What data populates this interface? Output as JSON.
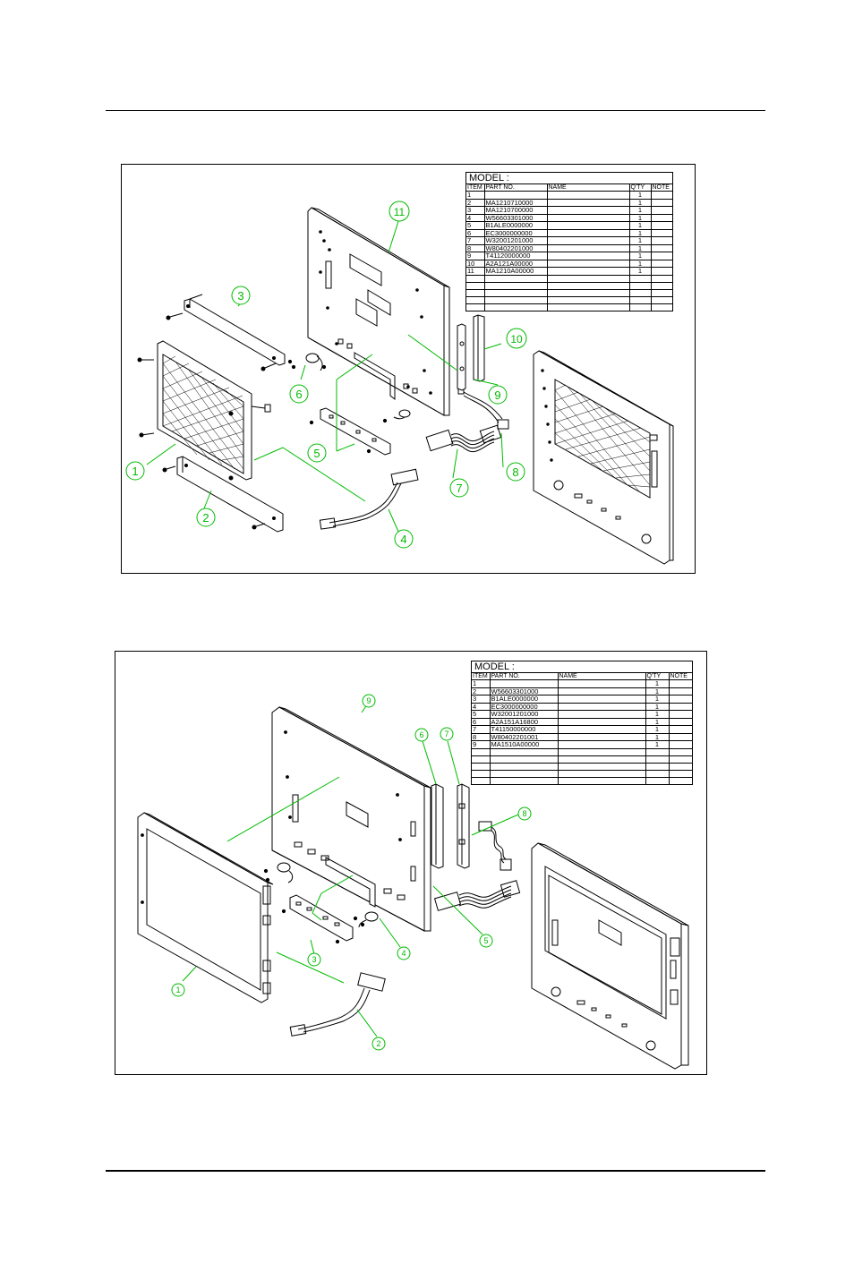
{
  "diagram1": {
    "table": {
      "title": "MODEL :",
      "headers": [
        "ITEM",
        "PART NO.",
        "NAME",
        "Q'TY",
        "NOTE"
      ],
      "rows": [
        {
          "item": "1",
          "part": "",
          "name": "",
          "qty": "1",
          "note": ""
        },
        {
          "item": "2",
          "part": "MA1210710000",
          "name": "",
          "qty": "1",
          "note": ""
        },
        {
          "item": "3",
          "part": "MA1210700000",
          "name": "",
          "qty": "1",
          "note": ""
        },
        {
          "item": "4",
          "part": "W56603301000",
          "name": "",
          "qty": "1",
          "note": ""
        },
        {
          "item": "5",
          "part": "B1ALE0000000",
          "name": "",
          "qty": "1",
          "note": ""
        },
        {
          "item": "6",
          "part": "EC3000000000",
          "name": "",
          "qty": "1",
          "note": ""
        },
        {
          "item": "7",
          "part": "W32001201000",
          "name": "",
          "qty": "1",
          "note": ""
        },
        {
          "item": "8",
          "part": "W80402201000",
          "name": "",
          "qty": "1",
          "note": ""
        },
        {
          "item": "9",
          "part": "T41120000000",
          "name": "",
          "qty": "1",
          "note": ""
        },
        {
          "item": "10",
          "part": "A2A121A00000",
          "name": "",
          "qty": "1",
          "note": ""
        },
        {
          "item": "11",
          "part": "MA1210A00000",
          "name": "",
          "qty": "1",
          "note": ""
        },
        {
          "item": "",
          "part": "",
          "name": "",
          "qty": "",
          "note": ""
        },
        {
          "item": "",
          "part": "",
          "name": "",
          "qty": "",
          "note": ""
        },
        {
          "item": "",
          "part": "",
          "name": "",
          "qty": "",
          "note": ""
        },
        {
          "item": "",
          "part": "",
          "name": "",
          "qty": "",
          "note": ""
        },
        {
          "item": "",
          "part": "",
          "name": "",
          "qty": "",
          "note": ""
        }
      ]
    },
    "callouts": [
      "1",
      "2",
      "3",
      "4",
      "5",
      "6",
      "7",
      "8",
      "9",
      "10",
      "11"
    ]
  },
  "diagram2": {
    "table": {
      "title": "MODEL :",
      "headers": [
        "ITEM",
        "PART NO.",
        "NAME",
        "Q'TY",
        "NOTE"
      ],
      "rows": [
        {
          "item": "1",
          "part": "",
          "name": "",
          "qty": "1",
          "note": ""
        },
        {
          "item": "2",
          "part": "W56603301000",
          "name": "",
          "qty": "1",
          "note": ""
        },
        {
          "item": "3",
          "part": "B1ALE0000000",
          "name": "",
          "qty": "1",
          "note": ""
        },
        {
          "item": "4",
          "part": "EC3000000000",
          "name": "",
          "qty": "1",
          "note": ""
        },
        {
          "item": "5",
          "part": "W32001201000",
          "name": "",
          "qty": "1",
          "note": ""
        },
        {
          "item": "6",
          "part": "A2A151A16800",
          "name": "",
          "qty": "1",
          "note": ""
        },
        {
          "item": "7",
          "part": "T41150000000",
          "name": "",
          "qty": "1",
          "note": ""
        },
        {
          "item": "8",
          "part": "W80402201001",
          "name": "",
          "qty": "1",
          "note": ""
        },
        {
          "item": "9",
          "part": "MA1510A00000",
          "name": "",
          "qty": "1",
          "note": ""
        },
        {
          "item": "",
          "part": "",
          "name": "",
          "qty": "",
          "note": ""
        },
        {
          "item": "",
          "part": "",
          "name": "",
          "qty": "",
          "note": ""
        },
        {
          "item": "",
          "part": "",
          "name": "",
          "qty": "",
          "note": ""
        },
        {
          "item": "",
          "part": "",
          "name": "",
          "qty": "",
          "note": ""
        },
        {
          "item": "",
          "part": "",
          "name": "",
          "qty": "",
          "note": ""
        }
      ]
    },
    "callouts": [
      "1",
      "2",
      "3",
      "4",
      "5",
      "6",
      "7",
      "8",
      "9"
    ]
  },
  "colors": {
    "callout": "#00bb00",
    "line": "#000000"
  }
}
